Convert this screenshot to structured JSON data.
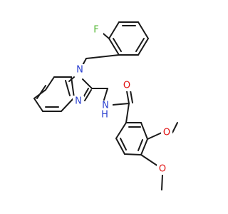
{
  "molecule": {
    "atom_labels": {
      "fluorine": "F",
      "ring_nitrogen_1": "N",
      "ring_nitrogen_3": "N",
      "amide_nitrogen": "N",
      "amide_hydrogen": "H",
      "carbonyl_oxygen": "O",
      "methoxy_oxygen_upper": "O",
      "methoxy_oxygen_lower": "O"
    },
    "colors": {
      "bond": "#1a1a1a",
      "carbon": "#1a1a1a",
      "nitrogen": "#2a3fd0",
      "oxygen": "#e01010",
      "fluorine": "#54b834"
    }
  }
}
